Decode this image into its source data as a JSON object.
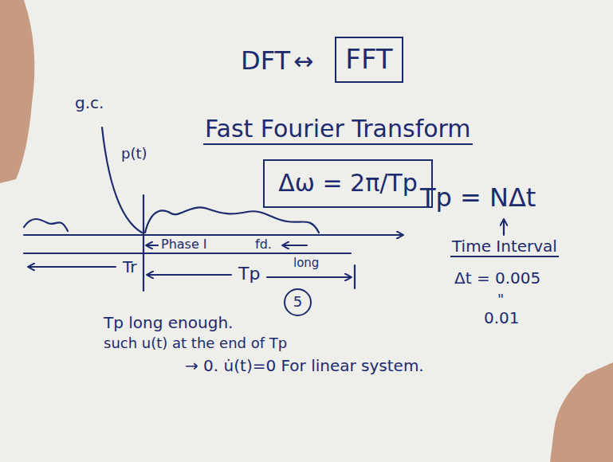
{
  "diagram": {
    "nodes": [
      {
        "text": [
          "FFT"
        ]
      },
      {
        "text": [
          "Δω = 2π/Tp"
        ]
      },
      {
        "text": [
          "5"
        ]
      }
    ],
    "labels": [
      "DFT",
      "↔",
      "Fast Fourier Transform",
      "Tp = NΔt",
      "Time Interval",
      "Δt = 0.005",
      "\"",
      "0.01",
      "g.c.",
      "p(t)",
      "Phase I",
      "fd.",
      "Tr",
      "Tp",
      "long",
      "Tp long enough.",
      "such u(t) at the end of Tp",
      "→ 0. u̇(t)=0 For linear system."
    ]
  }
}
